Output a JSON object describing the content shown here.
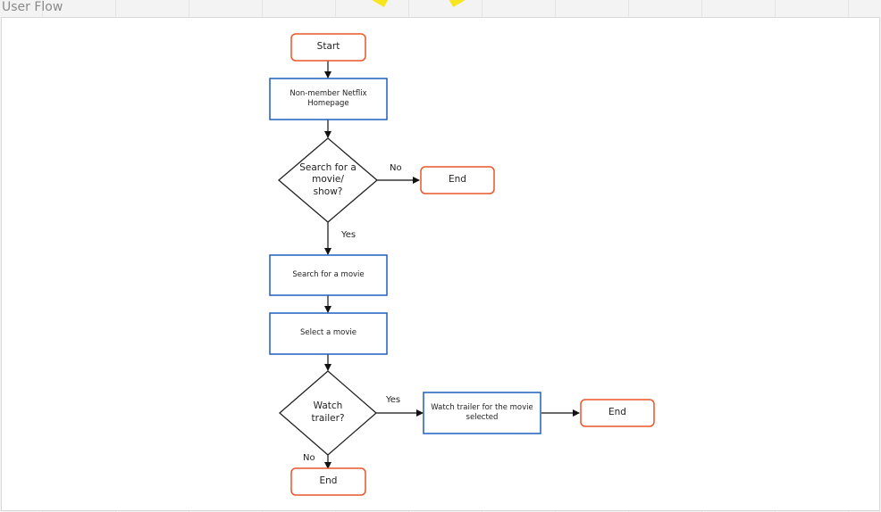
{
  "page": {
    "title": "User Flow"
  },
  "diagram": {
    "nodes": {
      "start": "Start",
      "homepage": "Non-member Netflix Homepage",
      "search_decision": "Search for a movie/ show?",
      "end_search_no": "End",
      "search_movie": "Search for a movie",
      "select_movie": "Select a movie",
      "trailer_decision": "Watch trailer?",
      "watch_trailer": "Watch trailer for the movie selected",
      "end_trailer": "End",
      "end_no_trailer": "End"
    },
    "edges": {
      "search_no": "No",
      "search_yes": "Yes",
      "trailer_yes": "Yes",
      "trailer_no": "No"
    },
    "colors": {
      "terminal_border": "#e8562a",
      "process_border": "#1f5fbf",
      "decision_border": "#222222",
      "connector": "#111111"
    }
  }
}
